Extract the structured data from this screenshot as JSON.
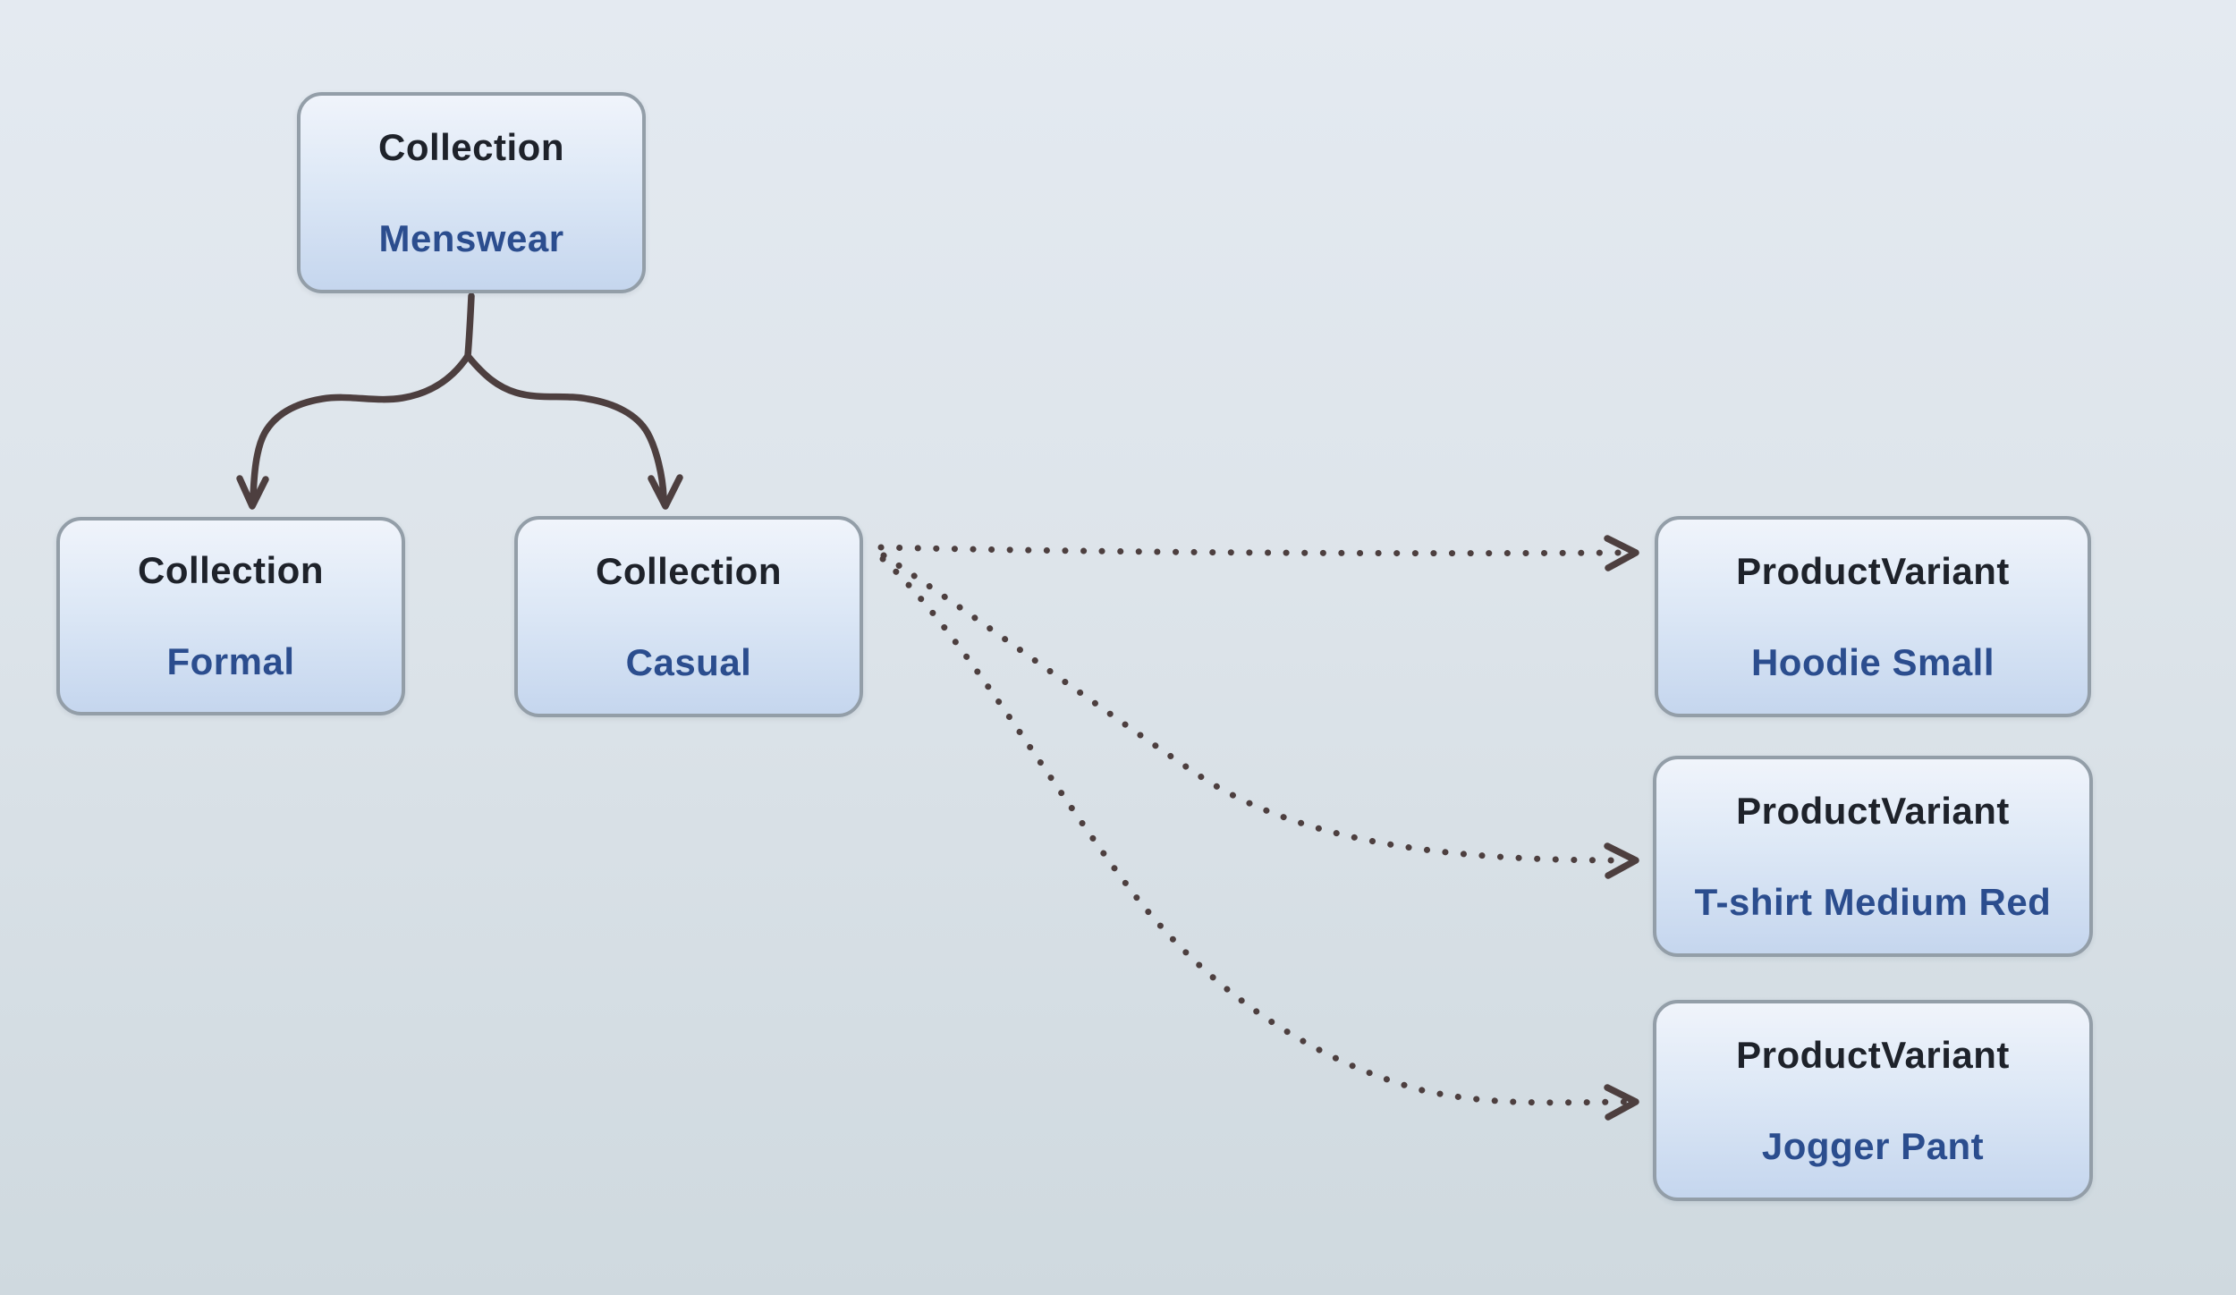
{
  "nodes": {
    "menswear": {
      "type": "Collection",
      "name": "Menswear"
    },
    "formal": {
      "type": "Collection",
      "name": "Formal"
    },
    "casual": {
      "type": "Collection",
      "name": "Casual"
    },
    "hoodie": {
      "type": "ProductVariant",
      "name": "Hoodie Small"
    },
    "tshirt": {
      "type": "ProductVariant",
      "name": "T-shirt Medium Red"
    },
    "jogger": {
      "type": "ProductVariant",
      "name": "Jogger Pant"
    }
  },
  "edges": [
    {
      "from": "Menswear",
      "to": "Formal",
      "style": "solid-arrow"
    },
    {
      "from": "Menswear",
      "to": "Casual",
      "style": "solid-arrow"
    },
    {
      "from": "Casual",
      "to": "Hoodie Small",
      "style": "dotted-arrow"
    },
    {
      "from": "Casual",
      "to": "T-shirt Medium Red",
      "style": "dotted-arrow"
    },
    {
      "from": "Casual",
      "to": "Jogger Pant",
      "style": "dotted-arrow"
    }
  ],
  "colors": {
    "arrow_stroke": "#4d3f3f",
    "node_title_text": "#1e222a",
    "node_name_text": "#2b4d8e",
    "node_border": "#939ea8",
    "node_fill_top": "#f0f4fb",
    "node_fill_bottom": "#c5d6ee",
    "bg_top": "#e4eaf1",
    "bg_bottom": "#cfd9df"
  }
}
